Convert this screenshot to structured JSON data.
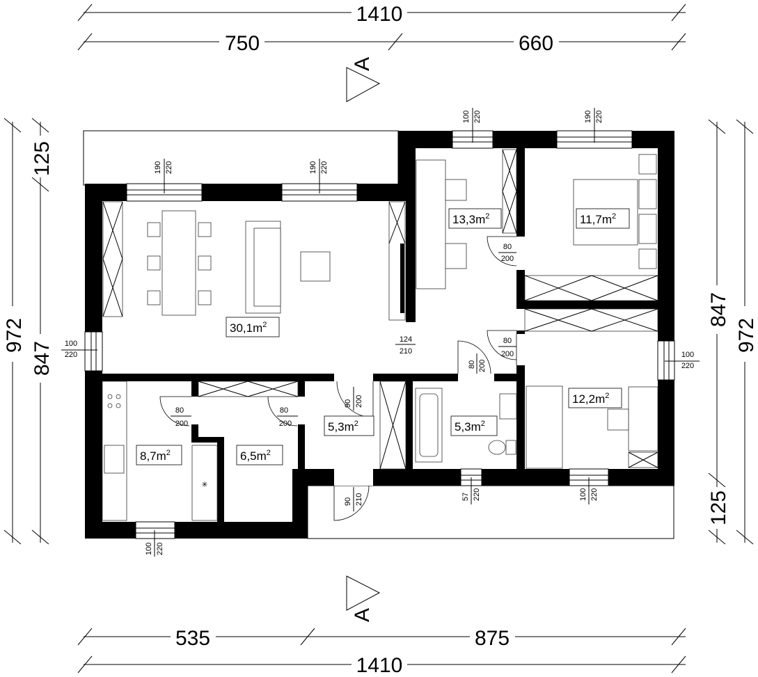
{
  "dimensions": {
    "top_total": "1410",
    "top_left": "750",
    "top_right": "660",
    "bottom_left": "535",
    "bottom_right": "875",
    "bottom_total": "1410",
    "left_total": "972",
    "left_inner": "847",
    "left_top": "125",
    "right_inner": "847",
    "right_total": "972",
    "right_bottom": "125"
  },
  "section_marks": {
    "top": "A",
    "bottom": "A"
  },
  "rooms": {
    "living": {
      "area": "30,1m",
      "sup": "2"
    },
    "room_13": {
      "area": "13,3m",
      "sup": "2"
    },
    "bedroom": {
      "area": "11,7m",
      "sup": "2"
    },
    "room_12": {
      "area": "12,2m",
      "sup": "2"
    },
    "kitchen": {
      "area": "8,7m",
      "sup": "2"
    },
    "pantry": {
      "area": "6,5m",
      "sup": "2"
    },
    "hall": {
      "area": "5,3m",
      "sup": "2"
    },
    "bath": {
      "area": "5,3m",
      "sup": "2"
    }
  },
  "openings": {
    "w_living_1": {
      "a": "190",
      "b": "220"
    },
    "w_living_2": {
      "a": "190",
      "b": "220"
    },
    "w_room13": {
      "a": "100",
      "b": "220"
    },
    "w_bedroom": {
      "a": "190",
      "b": "220"
    },
    "w_left": {
      "a": "100",
      "b": "220"
    },
    "w_right": {
      "a": "100",
      "b": "220"
    },
    "w_kitchen": {
      "a": "100",
      "b": "220"
    },
    "w_bath": {
      "a": "57",
      "b": "220"
    },
    "w_room12": {
      "a": "100",
      "b": "220"
    },
    "d_living_opening": {
      "a": "124",
      "b": "210"
    },
    "d_room13": {
      "a": "80",
      "b": "200"
    },
    "d_room12": {
      "a": "80",
      "b": "200"
    },
    "d_bath": {
      "a": "80",
      "b": "200"
    },
    "d_kitchen": {
      "a": "80",
      "b": "200"
    },
    "d_pantry": {
      "a": "80",
      "b": "200"
    },
    "d_hall": {
      "a": "90",
      "b": "200"
    },
    "d_entry": {
      "a": "90",
      "b": "210"
    }
  }
}
